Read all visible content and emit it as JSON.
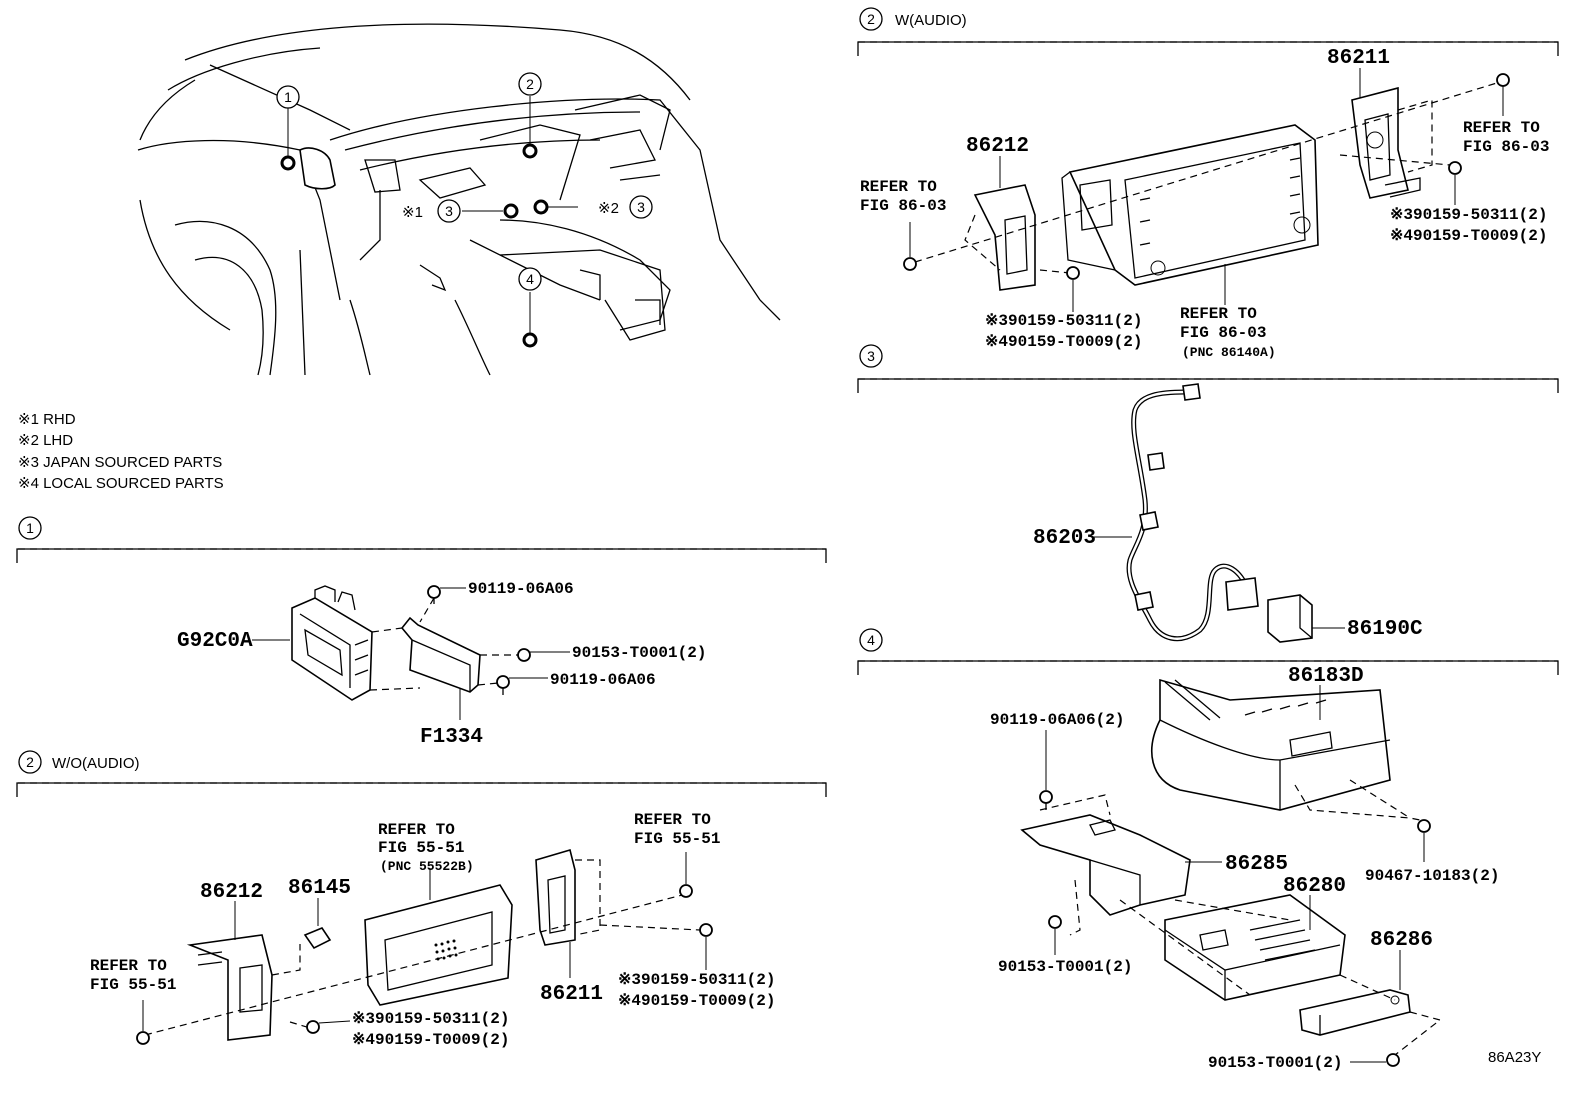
{
  "figure_code": "86A23Y",
  "overview": {
    "location_markers": [
      "1",
      "2",
      "3",
      "4"
    ],
    "marker_notes": [
      "※1",
      "※2"
    ]
  },
  "notes": [
    "※1 RHD",
    "※2 LHD",
    "※3 JAPAN SOURCED PARTS",
    "※4 LOCAL SOURCED PARTS"
  ],
  "sections": {
    "s1": {
      "number": "1",
      "title": "",
      "parts": {
        "main": "G92C0A",
        "bracket": "F1334",
        "screw_top": "90119-06A06",
        "screw_mid": "90153-T0001(2)",
        "screw_bot": "90119-06A06"
      }
    },
    "s2_wo": {
      "number": "2",
      "title": "W/O(AUDIO)",
      "parts": {
        "bracket_l": "86212",
        "clip": "86145",
        "bracket_r": "86211",
        "ref_left": [
          "REFER TO",
          "FIG 55-51"
        ],
        "ref_center": [
          "REFER TO",
          "FIG 55-51",
          "(PNC 55522B)"
        ],
        "ref_right": [
          "REFER TO",
          "FIG 55-51"
        ],
        "screws_bottom": [
          "※390159-50311(2)",
          "※490159-T0009(2)"
        ],
        "screws_right": [
          "※390159-50311(2)",
          "※490159-T0009(2)"
        ]
      }
    },
    "s2_w": {
      "number": "2",
      "title": "W(AUDIO)",
      "parts": {
        "bracket_r": "86211",
        "bracket_l": "86212",
        "ref_left": [
          "REFER TO",
          "FIG 86-03"
        ],
        "ref_right": [
          "REFER TO",
          "FIG 86-03"
        ],
        "ref_bottom": [
          "REFER TO",
          "FIG 86-03",
          "(PNC 86140A)"
        ],
        "screws_bottom": [
          "※390159-50311(2)",
          "※490159-T0009(2)"
        ],
        "screws_right": [
          "※390159-50311(2)",
          "※490159-T0009(2)"
        ]
      }
    },
    "s3": {
      "number": "3",
      "title": "",
      "parts": {
        "harness": "86203",
        "switch": "86190C"
      }
    },
    "s4": {
      "number": "4",
      "title": "",
      "parts": {
        "cover": "86183D",
        "bracket": "86285",
        "amplifier": "86280",
        "bracket2": "86286",
        "screw_a": "90119-06A06(2)",
        "screw_b": "90467-10183(2)",
        "screw_c": "90153-T0001(2)",
        "screw_d": "90153-T0001(2)"
      }
    }
  }
}
